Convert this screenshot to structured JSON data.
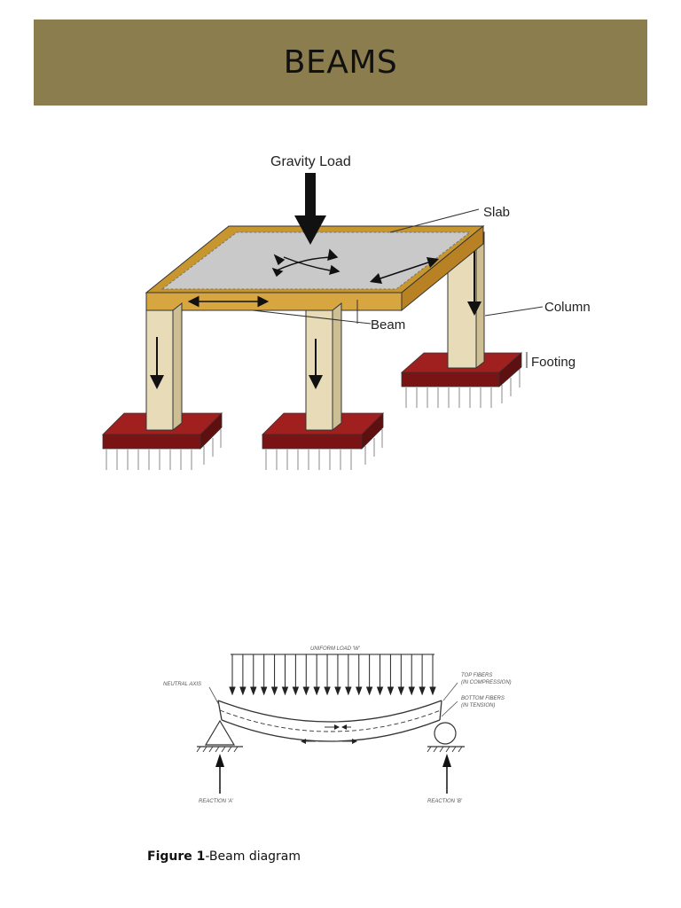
{
  "slide": {
    "title": "BEAMS"
  },
  "frame_diagram": {
    "labels": {
      "gravity_load": "Gravity Load",
      "slab": "Slab",
      "column": "Column",
      "beam": "Beam",
      "footing": "Footing"
    },
    "colors": {
      "beam_wood": "#c8962e",
      "column": "#e8dcb8",
      "slab": "#c8c8c8",
      "footing": "#8a1a1a"
    }
  },
  "beam_diagram": {
    "labels": {
      "uniform_load": "UNIFORM LOAD 'W'",
      "neutral_axis": "NEUTRAL AXIS",
      "top_fibers_1": "TOP FIBERS",
      "top_fibers_2": "(IN COMPRESSION)",
      "bottom_fibers_1": "BOTTOM FIBERS",
      "bottom_fibers_2": "(IN TENSION)",
      "reaction_a": "REACTION 'A'",
      "reaction_b": "REACTION 'B'"
    },
    "caption_bold": "Figure 1",
    "caption_rest": "-Beam diagram"
  }
}
